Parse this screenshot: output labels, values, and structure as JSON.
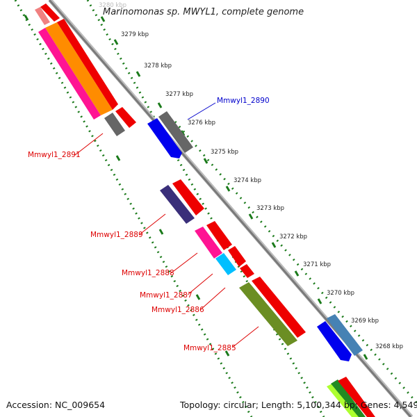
{
  "title": "Marinomonas sp. MWYL1, complete genome",
  "footer": {
    "accession": "Accession: NC_009654",
    "summary": "Topology: circular; Length: 5,100,344 bp; Genes: 4,549"
  },
  "ruler": {
    "ticks": [
      {
        "label": "3280 kbp",
        "faded": true
      },
      {
        "label": "3279 kbp"
      },
      {
        "label": "3278 kbp"
      },
      {
        "label": "3277 kbp"
      },
      {
        "label": "3276 kbp"
      },
      {
        "label": "3275 kbp"
      },
      {
        "label": "3274 kbp"
      },
      {
        "label": "3273 kbp"
      },
      {
        "label": "3272 kbp"
      },
      {
        "label": "3271 kbp"
      },
      {
        "label": "3270 kbp"
      },
      {
        "label": "3269 kbp"
      },
      {
        "label": "3268 kbp"
      }
    ]
  },
  "gene_labels": [
    {
      "text": "Mmwyl1_2890",
      "color": "#0000cc"
    },
    {
      "text": "Mmwyl1_2891",
      "color": "#dd0000"
    },
    {
      "text": "Mmwyl1_2889",
      "color": "#dd0000"
    },
    {
      "text": "Mmwyl1_2888",
      "color": "#dd0000"
    },
    {
      "text": "Mmwyl1_2887",
      "color": "#dd0000"
    },
    {
      "text": "Mmwyl1_2886",
      "color": "#dd0000"
    },
    {
      "text": "Mmwyl1_2885",
      "color": "#dd0000"
    }
  ],
  "colors": {
    "backbone": "#7a7a7a",
    "cds_red": "#ee0000",
    "gene_blue": "#0000ee",
    "gene_gray": "#666666",
    "dotted_green": "#1a7a1a"
  }
}
